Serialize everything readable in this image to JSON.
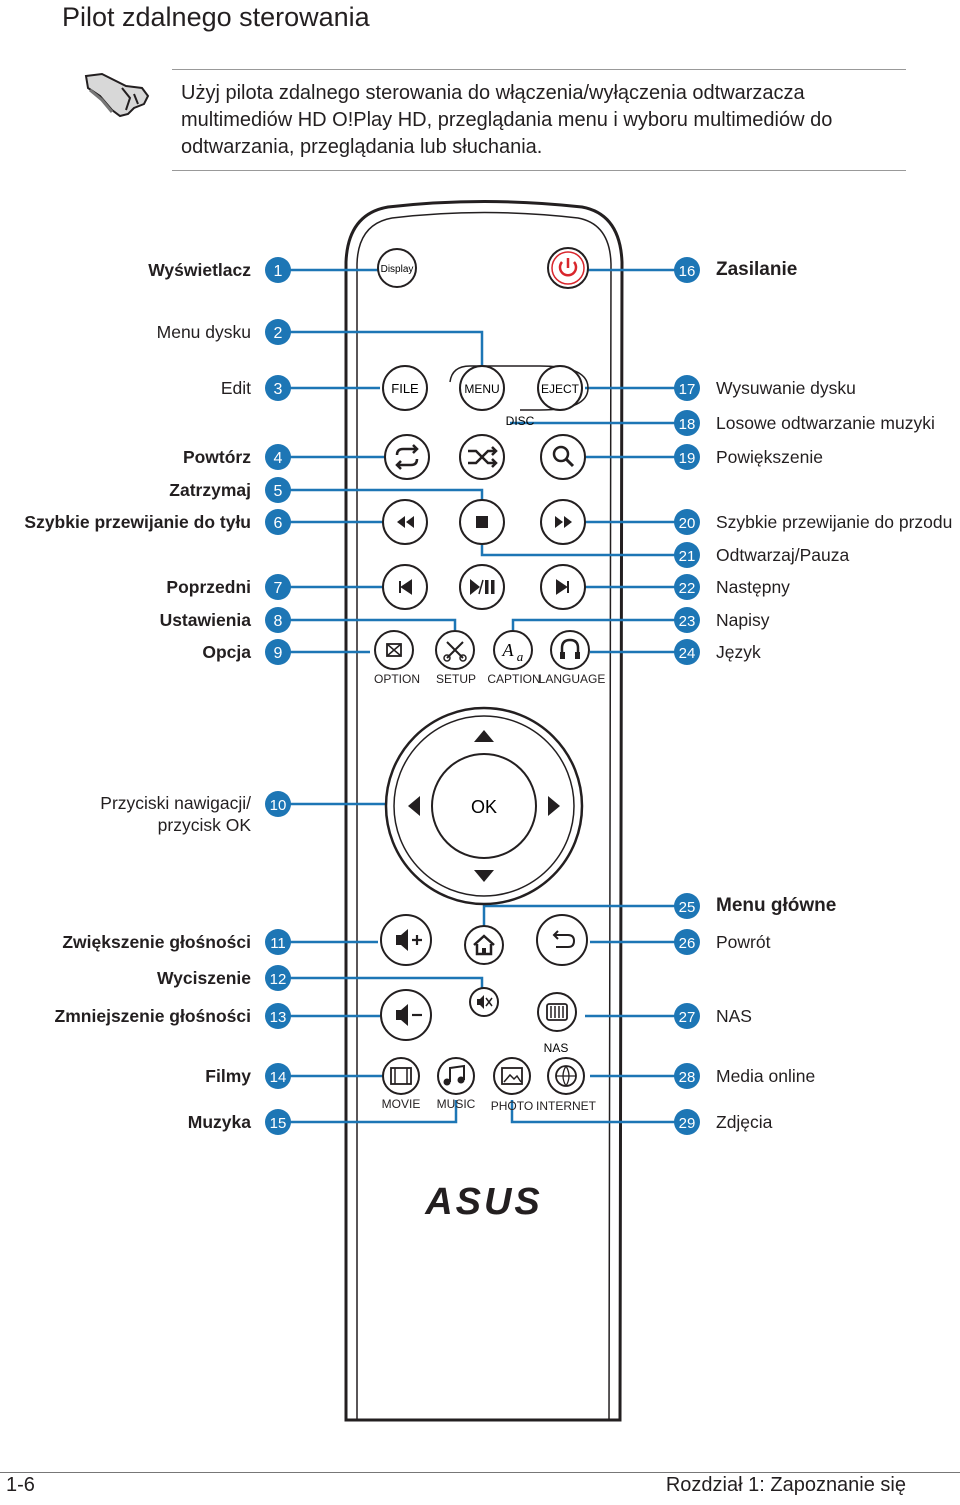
{
  "page": {
    "title": "Pilot zdalnego sterowania",
    "note_lines": [
      "Użyj pilota zdalnego sterowania do włączenia/wyłączenia odtwarzacza",
      "multimediów HD O!Play HD, przeglądania menu i wyboru multimediów do",
      "odtwarzania, przeglądania lub słuchania."
    ],
    "footer_left": "1-6",
    "footer_right": "Rozdział 1:  Zapoznanie się"
  },
  "colors": {
    "callout_blue": "#1d76b5",
    "power_red": "#d9262c",
    "outline": "#231f20"
  },
  "left_labels": [
    {
      "num": "1",
      "text": "Wyświetlacz"
    },
    {
      "num": "2",
      "text": "Menu dysku"
    },
    {
      "num": "3",
      "text": "Edit"
    },
    {
      "num": "4",
      "text": "Powtórz"
    },
    {
      "num": "5",
      "text": "Zatrzymaj"
    },
    {
      "num": "6",
      "text": "Szybkie przewijanie do tyłu"
    },
    {
      "num": "7",
      "text": "Poprzedni"
    },
    {
      "num": "8",
      "text": "Ustawienia"
    },
    {
      "num": "9",
      "text": "Opcja"
    },
    {
      "num": "10",
      "text": "Przyciski nawigacji/",
      "text2": "przycisk OK"
    },
    {
      "num": "11",
      "text": "Zwiększenie głośności"
    },
    {
      "num": "12",
      "text": "Wyciszenie"
    },
    {
      "num": "13",
      "text": "Zmniejszenie głośności"
    },
    {
      "num": "14",
      "text": "Filmy"
    },
    {
      "num": "15",
      "text": "Muzyka"
    }
  ],
  "right_labels": [
    {
      "num": "16",
      "text": "Zasilanie"
    },
    {
      "num": "17",
      "text": "Wysuwanie dysku"
    },
    {
      "num": "18",
      "text": "Losowe odtwarzanie muzyki"
    },
    {
      "num": "19",
      "text": "Powiększenie"
    },
    {
      "num": "20",
      "text": "Szybkie przewijanie do przodu"
    },
    {
      "num": "21",
      "text": "Odtwarzaj/Pauza"
    },
    {
      "num": "22",
      "text": "Następny"
    },
    {
      "num": "23",
      "text": "Napisy"
    },
    {
      "num": "24",
      "text": "Język"
    },
    {
      "num": "25",
      "text": "Menu główne"
    },
    {
      "num": "26",
      "text": "Powrót"
    },
    {
      "num": "27",
      "text": "NAS"
    },
    {
      "num": "28",
      "text": "Media online"
    },
    {
      "num": "29",
      "text": "Zdjęcia"
    }
  ],
  "remote": {
    "display_btn": "Display",
    "file": "FILE",
    "menu": "MENU",
    "eject": "EJECT",
    "disc": "DISC",
    "ok": "OK",
    "option": "OPTION",
    "setup": "SETUP",
    "caption": "CAPTION",
    "language": "LANGUAGE",
    "nas": "NAS",
    "movie": "MOVIE",
    "music": "MUSIC",
    "photo": "PHOTO",
    "internet": "INTERNET",
    "brand": "ASUS"
  }
}
